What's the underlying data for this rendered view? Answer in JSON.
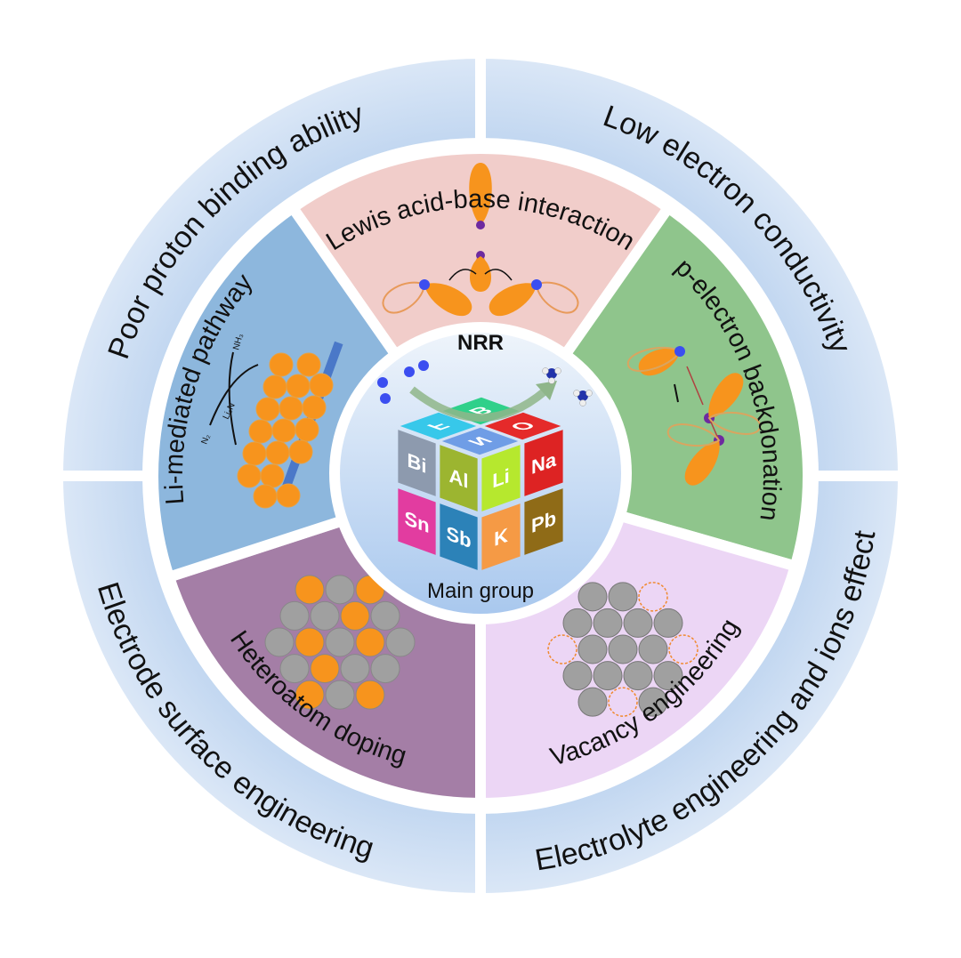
{
  "outer_ring": [
    {
      "label": "Poor proton binding ability",
      "color": "#c7dbf2"
    },
    {
      "label": "Low electron conductivity",
      "color": "#c7dbf2"
    },
    {
      "label": "Electrolyte engineering and ions effect",
      "color": "#c7dbf2"
    },
    {
      "label": "Electrode surface engineering",
      "color": "#c7dbf2"
    }
  ],
  "inner_sectors": [
    {
      "label": "Lewis acid-base interaction",
      "color": "#f1cdca"
    },
    {
      "label": "p-electron backdonation",
      "color": "#8fc58c"
    },
    {
      "label": "Vacancy engineering",
      "color": "#ecd6f5"
    },
    {
      "label": "Heteroatom doping",
      "color": "#a47ea6"
    },
    {
      "label": "Li-mediated pathway",
      "color": "#8db7dd"
    }
  ],
  "li_pathway": {
    "reactant": "N₂",
    "intermediate": "Li₃N",
    "product": "NH₃"
  },
  "center": {
    "title": "NRR",
    "subtitle": "Main group",
    "cube": {
      "top": [
        {
          "label": "B",
          "color": "#2fd08a"
        },
        {
          "label": "F",
          "color": "#37c8ea"
        },
        {
          "label": "O",
          "color": "#e52a2a"
        },
        {
          "label": "N",
          "color": "#6f9de6"
        }
      ],
      "left": [
        {
          "label": "Bi",
          "color": "#8d9aae"
        },
        {
          "label": "Al",
          "color": "#9cb530"
        },
        {
          "label": "Sn",
          "color": "#e23ca0"
        },
        {
          "label": "Sb",
          "color": "#2c82b8"
        }
      ],
      "right": [
        {
          "label": "Li",
          "color": "#b6e82e"
        },
        {
          "label": "Na",
          "color": "#dd2323"
        },
        {
          "label": "K",
          "color": "#f59a45"
        },
        {
          "label": "Pb",
          "color": "#8f6b17"
        }
      ]
    }
  },
  "colors": {
    "orange": "#f7941d",
    "gray": "#a0a0a0",
    "blue_atom": "#3b4ef0",
    "purple_atom": "#6d2aa0"
  }
}
